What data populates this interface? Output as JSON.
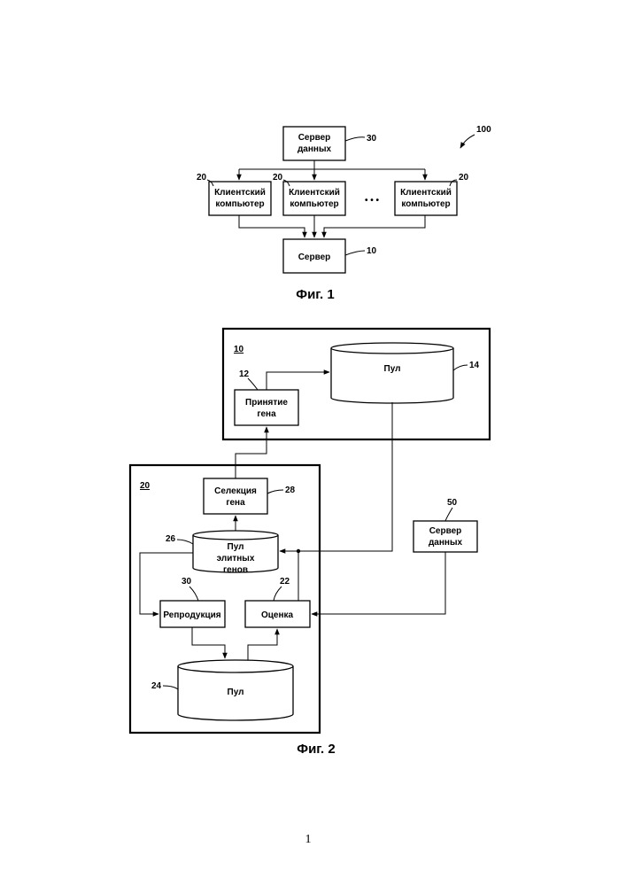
{
  "fig1": {
    "caption": "Фиг. 1",
    "system_ref": "100",
    "data_server": {
      "line1": "Сервер",
      "line2": "данных",
      "ref": "30"
    },
    "clients": [
      {
        "line1": "Клиентский",
        "line2": "компьютер",
        "ref": "20"
      },
      {
        "line1": "Клиентский",
        "line2": "компьютер",
        "ref": "20"
      },
      {
        "line1": "Клиентский",
        "line2": "компьютер",
        "ref": "20"
      }
    ],
    "ellipsis": "• • •",
    "server": {
      "label": "Сервер",
      "ref": "10"
    }
  },
  "fig2": {
    "caption": "Фиг. 2",
    "block10": {
      "ref": "10",
      "gene_accept": {
        "line1": "Принятие",
        "line2": "гена",
        "ref": "12"
      },
      "pool": {
        "label": "Пул",
        "ref": "14"
      }
    },
    "block20": {
      "ref": "20",
      "gene_selection": {
        "line1": "Селекция",
        "line2": "гена",
        "ref": "28"
      },
      "elite_pool": {
        "line1": "Пул",
        "line2": "элитных",
        "line3": "генов",
        "ref": "26"
      },
      "reproduction": {
        "label": "Репродукция",
        "ref": "30"
      },
      "evaluation": {
        "label": "Оценка",
        "ref": "22"
      },
      "pool": {
        "label": "Пул",
        "ref": "24"
      }
    },
    "data_server": {
      "line1": "Сервер",
      "line2": "данных",
      "ref": "50"
    }
  },
  "page_number": "1"
}
